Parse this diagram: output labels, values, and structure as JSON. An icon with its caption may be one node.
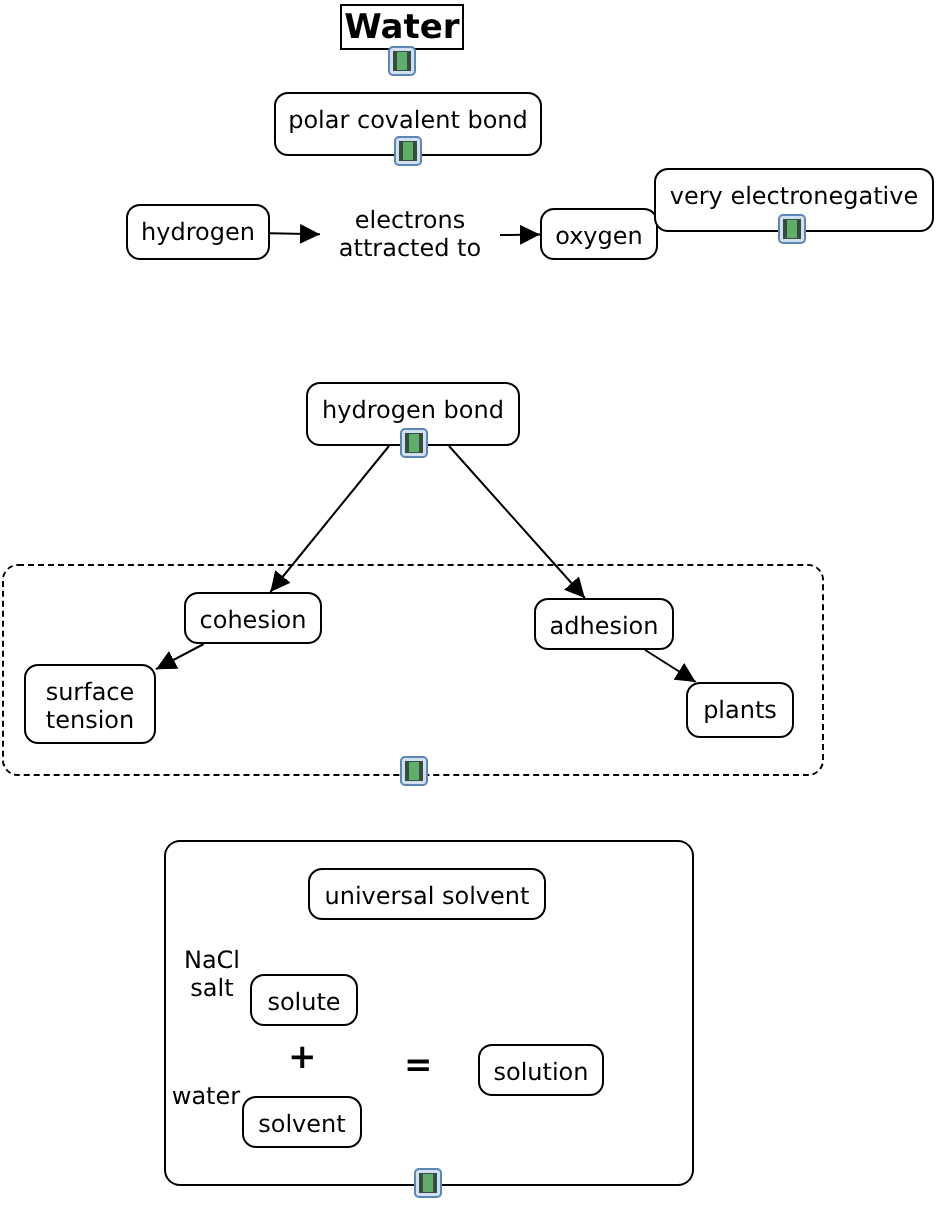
{
  "diagram": {
    "nodes": [
      {
        "text": [
          "Water"
        ]
      },
      {
        "text": [
          "polar covalent bond"
        ]
      },
      {
        "text": [
          "hydrogen"
        ]
      },
      {
        "text": [
          "electrons attracted to"
        ]
      },
      {
        "text": [
          "oxygen"
        ]
      },
      {
        "text": [
          "very electronegative"
        ]
      },
      {
        "text": [
          "hydrogen bond"
        ]
      },
      {
        "text": [],
        "shape": "box"
      },
      {
        "text": [
          "cohesion"
        ],
        "in": 7
      },
      {
        "text": [
          "surface tension"
        ],
        "in": 7
      },
      {
        "text": [
          "adhesion"
        ],
        "in": 7
      },
      {
        "text": [
          "plants"
        ],
        "in": 7
      },
      {
        "text": [],
        "shape": "box"
      },
      {
        "text": [
          "universal solvent"
        ],
        "in": 12
      },
      {
        "text": [
          "solute"
        ],
        "in": 12,
        "beside": [
          "NaCl salt"
        ]
      },
      {
        "text": [
          "solvent"
        ],
        "in": 12,
        "beside": [
          "water"
        ]
      },
      {
        "text": [
          "solution"
        ],
        "in": 12
      }
    ],
    "edges": [
      {
        "from": 2,
        "to": 3,
        "arrow": "to"
      },
      {
        "from": 3,
        "to": 4,
        "arrow": "to"
      },
      {
        "from": 6,
        "to": 8,
        "arrow": "to"
      },
      {
        "from": 6,
        "to": 10,
        "arrow": "to"
      },
      {
        "from": 8,
        "to": 9,
        "arrow": "to"
      },
      {
        "from": 10,
        "to": 11,
        "arrow": "to"
      }
    ],
    "labels": [
      "+",
      "="
    ]
  }
}
